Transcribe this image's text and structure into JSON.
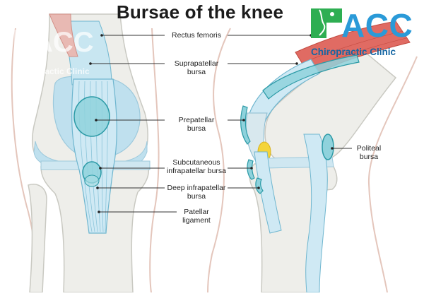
{
  "title": "Bursae of the knee",
  "brand": {
    "name": "ACC",
    "subtitle": "Chiropractic Clinic"
  },
  "watermark": {
    "name": "ACC",
    "subtitle": "Chiropractic Clinic"
  },
  "labels": {
    "rectus_femoris": "Rectus femoris",
    "suprapatellar": [
      "Suprapatellar",
      "bursa"
    ],
    "prepatellar": [
      "Prepatellar",
      "bursa"
    ],
    "subcutaneous_infrapatellar": [
      "Subcutaneous",
      "infrapatellar bursa"
    ],
    "deep_infrapatellar": [
      "Deep infrapatellar",
      "bursa"
    ],
    "patellar_ligament": [
      "Patellar",
      "ligament"
    ],
    "politeal": [
      "Politeal",
      "bursa"
    ]
  },
  "colors": {
    "skin_outline": "#e4c6bc",
    "bone": "#eeeeea",
    "bone_line": "#c9c9c2",
    "cartilage": "#bfe0ee",
    "bursa": "#8fd2dc",
    "bursa_line": "#2b9aa6",
    "tendon": "#a9d8e8",
    "tendon_line": "#6fb6cf",
    "muscle": "#e06b63",
    "fat": "#f4d43a",
    "brand_blue": "#2a9ad8",
    "brand_green": "#2eae52"
  }
}
